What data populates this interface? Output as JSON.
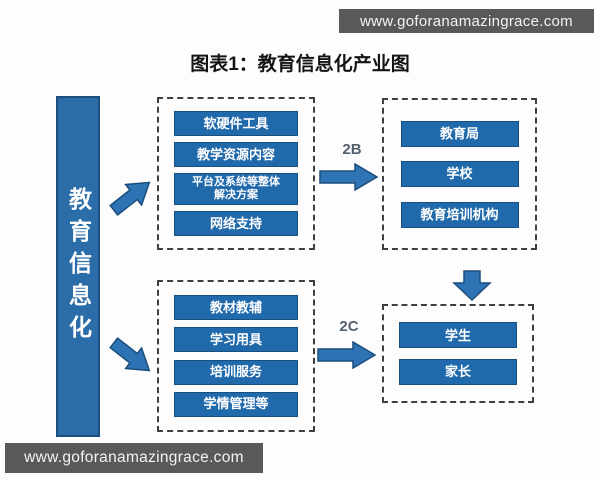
{
  "header_bar": {
    "url_text": "www.goforanamazingrace.com"
  },
  "footer_bar": {
    "url_text": "www.goforanamazingrace.com"
  },
  "title": "图表1：教育信息化产业图",
  "diagram": {
    "root_label": "教育信息化",
    "b2b_supply": {
      "items": [
        "软硬件工具",
        "教学资源内容",
        "平台及系统等整体\n解决方案",
        "网络支持"
      ]
    },
    "b2c_supply": {
      "items": [
        "教材教辅",
        "学习用具",
        "培训服务",
        "学情管理等"
      ]
    },
    "b2b_demand": {
      "items": [
        "教育局",
        "学校",
        "教育培训机构"
      ]
    },
    "b2c_demand": {
      "items": [
        "学生",
        "家长"
      ]
    },
    "edges": {
      "b2b_label": "2B",
      "b2c_label": "2C"
    }
  },
  "colors": {
    "node_blue": "#2069ab",
    "root_blue": "#2a6da8",
    "arrow_blue": "#2e74b5",
    "bar_gray": "#59595b",
    "dashed_border": "#3f3f3f"
  }
}
